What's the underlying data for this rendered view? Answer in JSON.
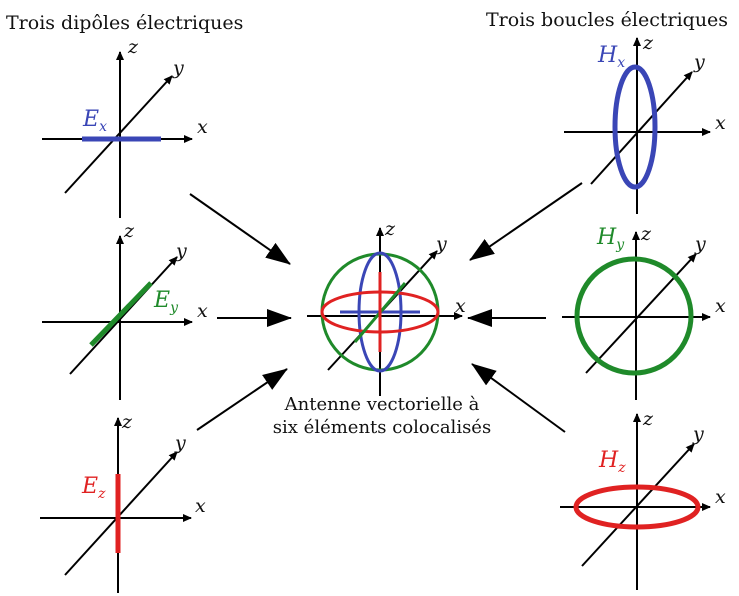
{
  "titles": {
    "left": "Trois dipôles électriques",
    "right": "Trois boucles électriques"
  },
  "axes": {
    "x": "x",
    "y": "y",
    "z": "z"
  },
  "elements": {
    "ex": {
      "main": "E",
      "sub": "x"
    },
    "ey": {
      "main": "E",
      "sub": "y"
    },
    "ez": {
      "main": "E",
      "sub": "z"
    },
    "hx": {
      "main": "H",
      "sub": "x"
    },
    "hy": {
      "main": "H",
      "sub": "y"
    },
    "hz": {
      "main": "H",
      "sub": "z"
    }
  },
  "caption": {
    "line1": "Antenne vectorielle à",
    "line2": "six éléments colocalisés"
  },
  "colors": {
    "x_component": "#3a46b6",
    "y_component": "#1f8a2a",
    "z_component": "#e02222"
  }
}
